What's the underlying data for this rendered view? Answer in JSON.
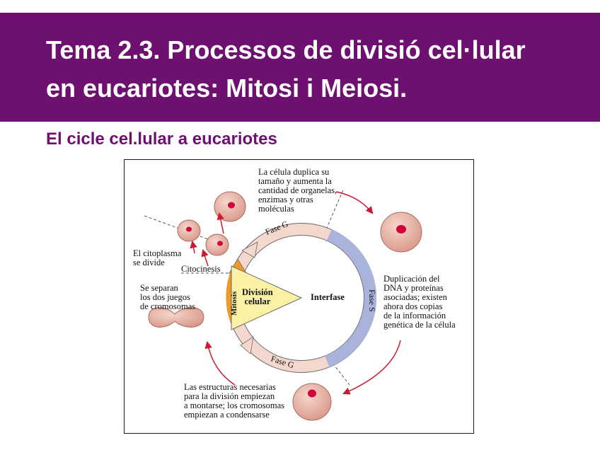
{
  "header": {
    "title_line1": "Tema 2.3. Processos de divisió cel·lular",
    "title_line2": "en eucariotes: Mitosi i Meiosi."
  },
  "subtitle": "El cicle cel.lular a eucariotes",
  "diagram": {
    "ring_labels": {
      "g1": "Fase G",
      "s": "Fase S",
      "g2": "Fase G",
      "mitosis": "Mitosis"
    },
    "center": {
      "division": "División\ncelular",
      "interphase": "Interfase"
    },
    "captions": {
      "growth": "La célula duplica su\ntamaño y aumenta la\ncantidad de organelas,\nenzimas y otras\nmoléculas",
      "dna": "Duplicación del\nDNA y proteínas\nasociadas; existen\nahora dos copias\nde la información\ngenética de la célula",
      "structures": "Las estructuras necesarias\npara la división empiezan\na montarse; los cromosomas\nempiezan a condensarse",
      "separate": "Se separan\nlos dos juegos\nde cromosomas",
      "cytoplasm": "El citoplasma\nse divide",
      "cytokinesis": "Citocinesis"
    }
  },
  "colors": {
    "header_purple": "#6d1070",
    "cell_fill": "#e9b7ab",
    "nucleus": "#d4003a",
    "arrow_red": "#cc1833",
    "s_phase_blue": "#aab3dc",
    "mitosis_orange": "#ee9a28",
    "division_yellow": "#fbf1a5"
  }
}
